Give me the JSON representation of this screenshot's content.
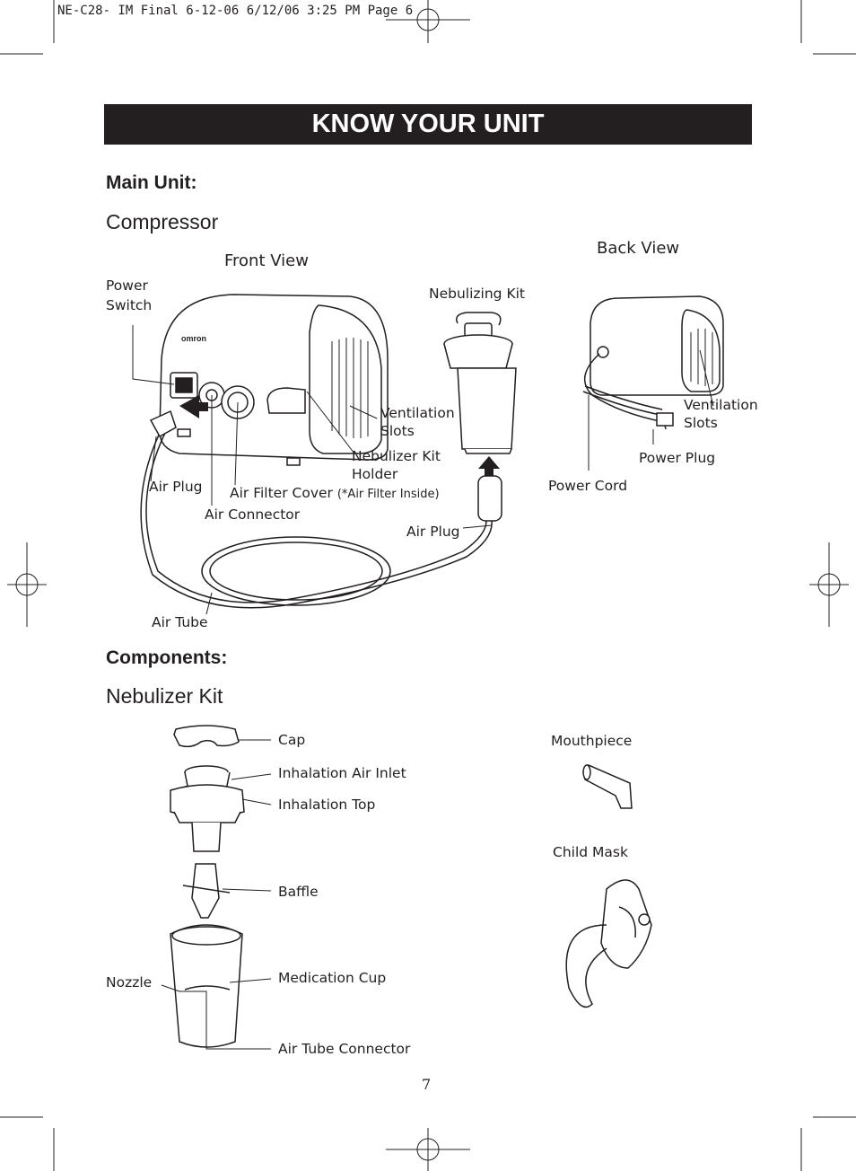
{
  "header_line": "NE-C28- IM Final 6-12-06  6/12/06  3:25 PM  Page 6",
  "banner": "KNOW YOUR UNIT",
  "main_unit": {
    "heading": "Main Unit:",
    "subheading": "Compressor",
    "front_view": "Front View",
    "back_view": "Back View",
    "labels": {
      "power_switch_1": "Power",
      "power_switch_2": "Switch",
      "nebulizing_kit": "Nebulizing Kit",
      "ventilation_slots_front_1": "Ventilation",
      "ventilation_slots_front_2": "Slots",
      "nebulizer_kit_holder_1": "Nebulizer Kit",
      "nebulizer_kit_holder_2": "Holder",
      "air_plug_left": "Air Plug",
      "air_filter_cover": "Air Filter Cover",
      "air_filter_note": "(*Air Filter Inside)",
      "air_connector": "Air Connector",
      "air_plug_right": "Air Plug",
      "air_tube": "Air Tube",
      "ventilation_slots_back_1": "Ventilation",
      "ventilation_slots_back_2": "Slots",
      "power_plug": "Power Plug",
      "power_cord": "Power Cord"
    }
  },
  "components": {
    "heading": "Components:",
    "subheading": "Nebulizer Kit",
    "labels": {
      "cap": "Cap",
      "inhalation_air_inlet": "Inhalation Air Inlet",
      "inhalation_top": "Inhalation Top",
      "baffle": "Baffle",
      "medication_cup": "Medication Cup",
      "nozzle": "Nozzle",
      "air_tube_connector": "Air Tube Connector",
      "mouthpiece": "Mouthpiece",
      "child_mask": "Child Mask"
    }
  },
  "device_brand": "omron",
  "page_number": "7"
}
